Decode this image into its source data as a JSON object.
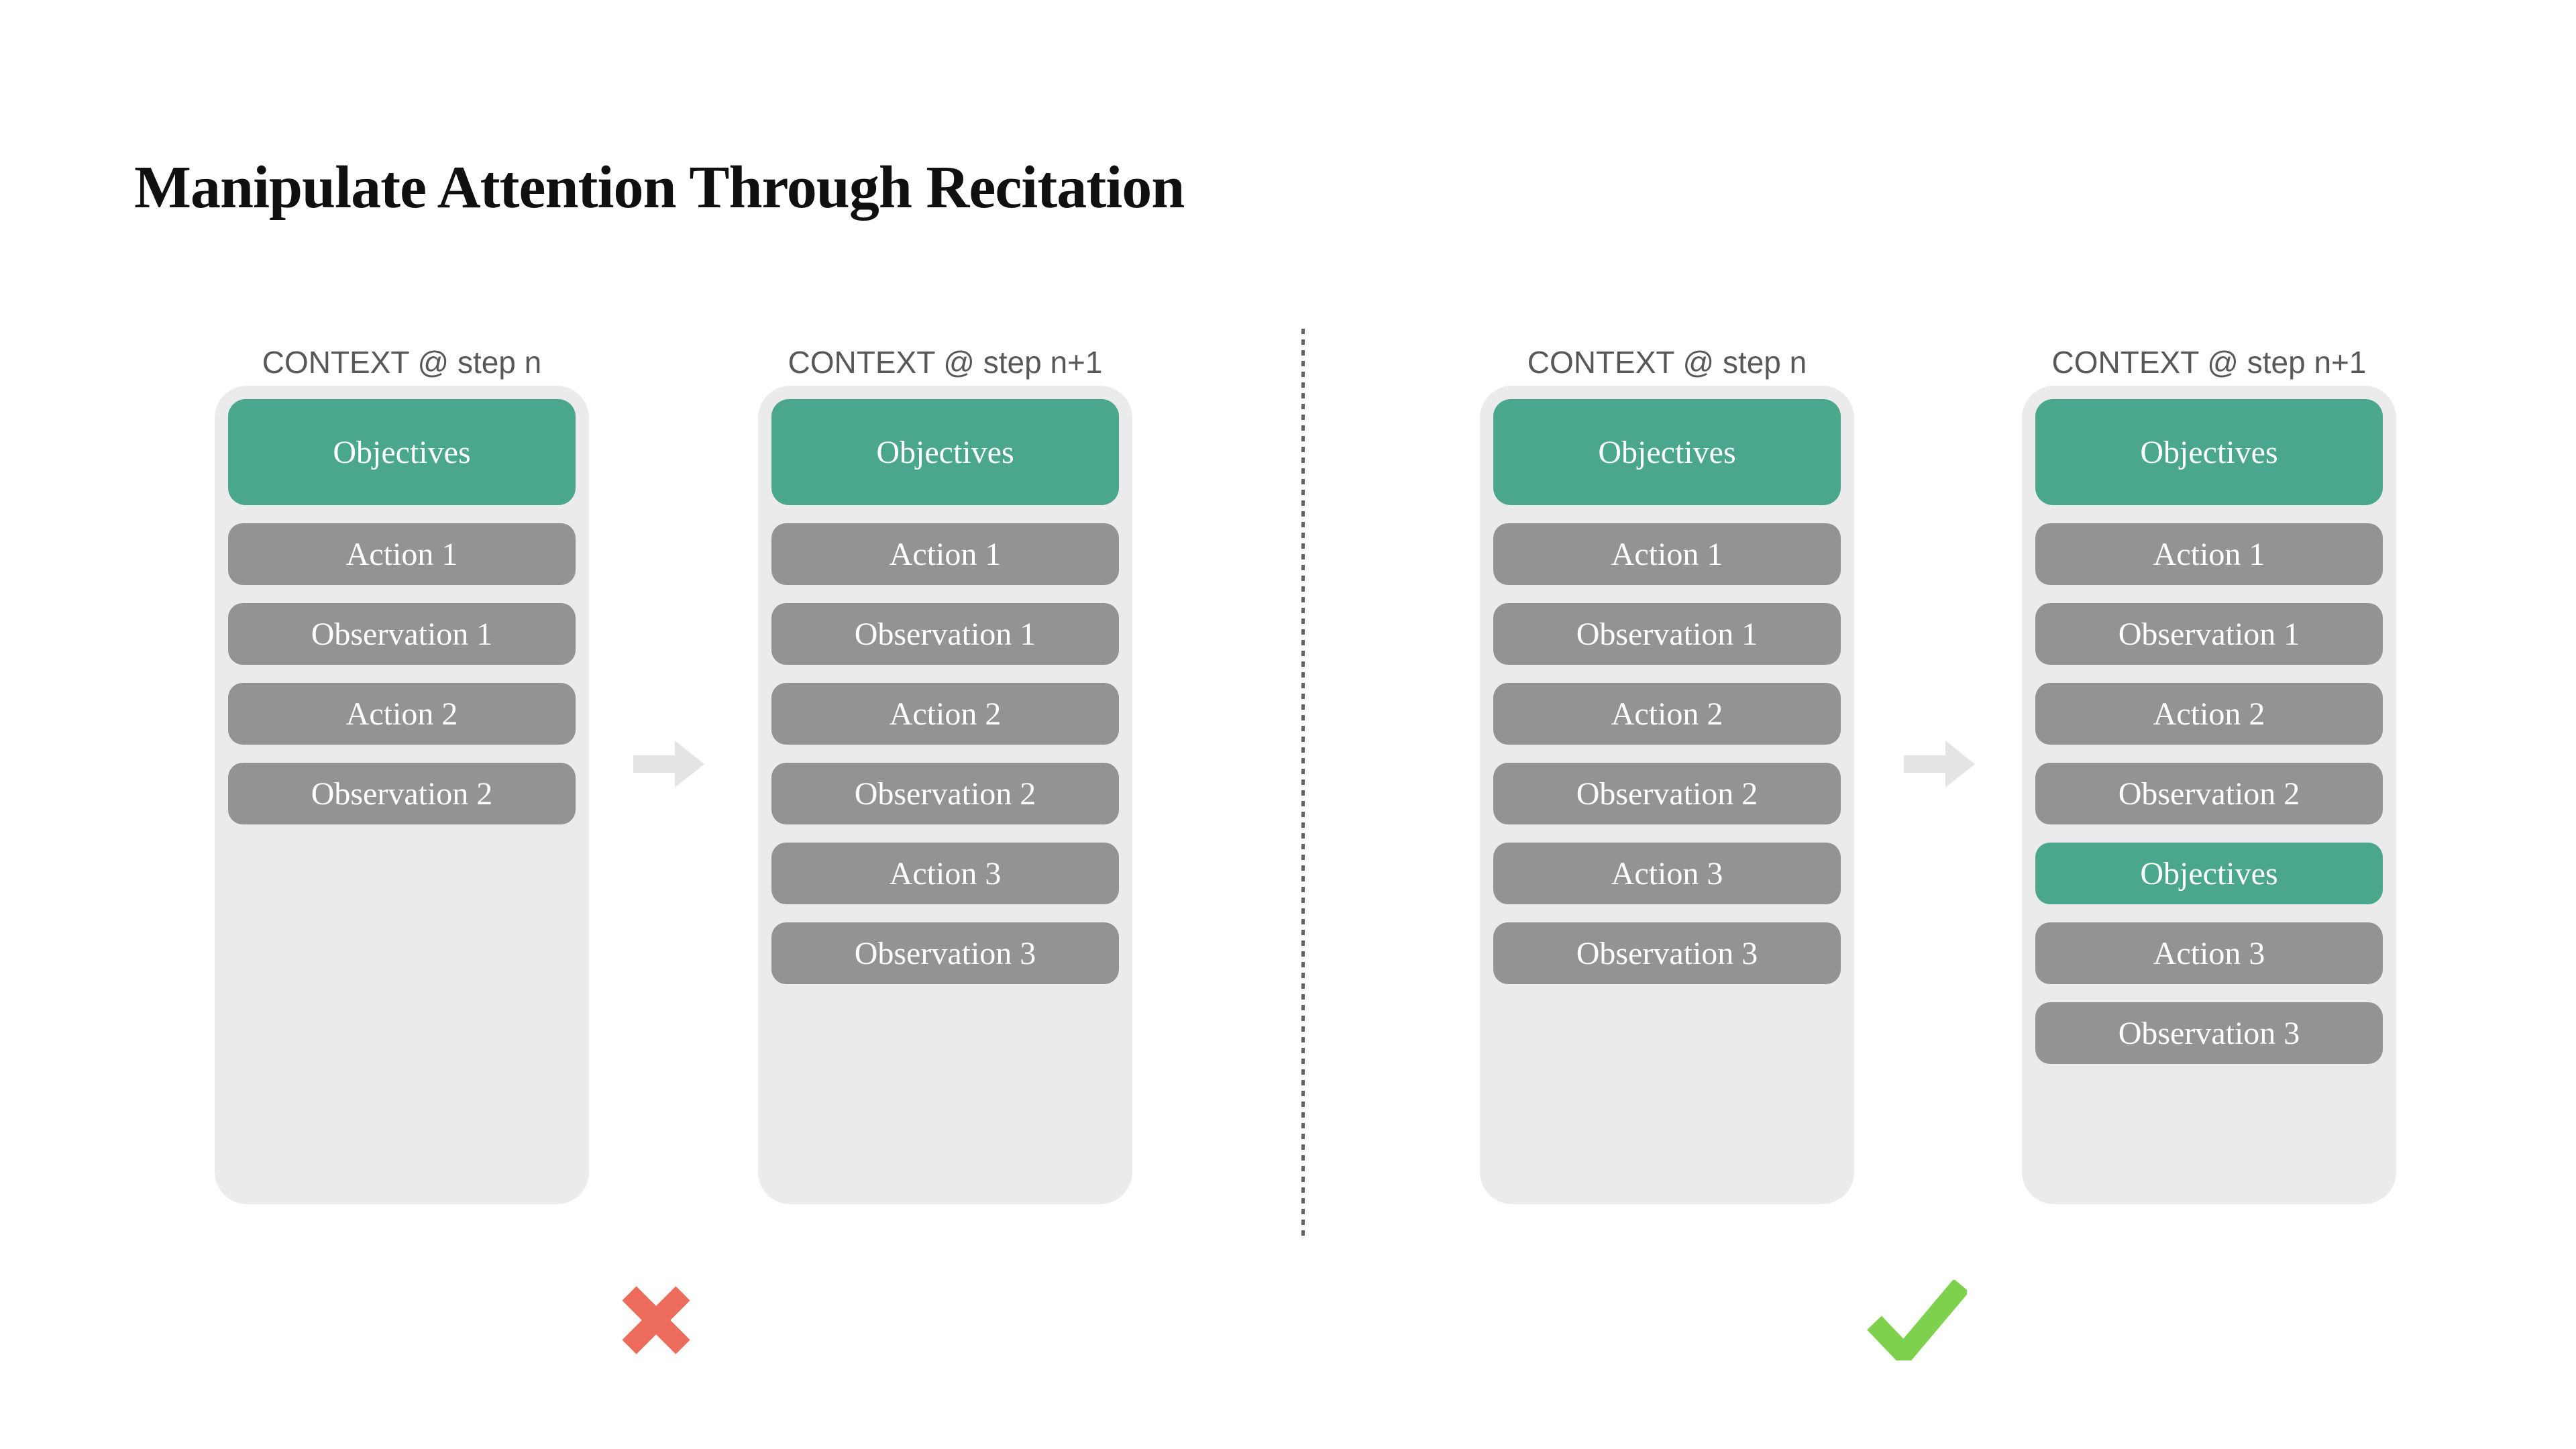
{
  "title": "Manipulate Attention Through Recitation",
  "colors": {
    "teal": "#4AA78E",
    "gray": "#939393",
    "container": "#EBEBEB",
    "arrow": "#E4E4E4",
    "header_text": "#58585A",
    "title_text": "#101010",
    "cross": "#EC6B5B",
    "check": "#7DD14D",
    "divider": "#636363"
  },
  "panels": [
    {
      "verdict": "bad",
      "verdict_icon": "cross-mark",
      "columns": [
        {
          "header": "CONTEXT @ step n",
          "pills": [
            {
              "label": "Objectives",
              "type": "objective",
              "tall": true
            },
            {
              "label": "Action 1",
              "type": "step"
            },
            {
              "label": "Observation 1",
              "type": "step"
            },
            {
              "label": "Action 2",
              "type": "step"
            },
            {
              "label": "Observation 2",
              "type": "step"
            }
          ]
        },
        {
          "header": "CONTEXT @ step n+1",
          "pills": [
            {
              "label": "Objectives",
              "type": "objective",
              "tall": true
            },
            {
              "label": "Action 1",
              "type": "step"
            },
            {
              "label": "Observation 1",
              "type": "step"
            },
            {
              "label": "Action 2",
              "type": "step"
            },
            {
              "label": "Observation 2",
              "type": "step"
            },
            {
              "label": "Action 3",
              "type": "step"
            },
            {
              "label": "Observation 3",
              "type": "step"
            }
          ]
        }
      ]
    },
    {
      "verdict": "good",
      "verdict_icon": "check-mark",
      "columns": [
        {
          "header": "CONTEXT @ step n",
          "pills": [
            {
              "label": "Objectives",
              "type": "objective",
              "tall": true
            },
            {
              "label": "Action 1",
              "type": "step"
            },
            {
              "label": "Observation 1",
              "type": "step"
            },
            {
              "label": "Action 2",
              "type": "step"
            },
            {
              "label": "Observation 2",
              "type": "step"
            },
            {
              "label": "Action 3",
              "type": "step"
            },
            {
              "label": "Observation 3",
              "type": "step"
            }
          ]
        },
        {
          "header": "CONTEXT @ step n+1",
          "pills": [
            {
              "label": "Objectives",
              "type": "objective",
              "tall": true
            },
            {
              "label": "Action 1",
              "type": "step"
            },
            {
              "label": "Observation 1",
              "type": "step"
            },
            {
              "label": "Action 2",
              "type": "step"
            },
            {
              "label": "Observation 2",
              "type": "step"
            },
            {
              "label": "Objectives",
              "type": "objective"
            },
            {
              "label": "Action 3",
              "type": "step"
            },
            {
              "label": "Observation 3",
              "type": "step"
            }
          ]
        }
      ]
    }
  ]
}
